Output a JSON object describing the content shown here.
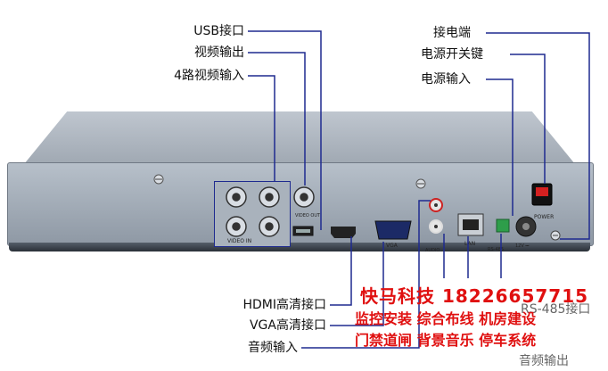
{
  "labels_left": [
    {
      "id": "usb",
      "text": "USB接口"
    },
    {
      "id": "video_out",
      "text": "视频输出"
    },
    {
      "id": "video_in",
      "text": "4路视频输入"
    },
    {
      "id": "hdmi",
      "text": "HDMI高清接口"
    },
    {
      "id": "vga",
      "text": "VGA高清接口"
    },
    {
      "id": "audio_in",
      "text": "音频输入"
    }
  ],
  "labels_right": [
    {
      "id": "ground",
      "text": "接电端"
    },
    {
      "id": "power_switch",
      "text": "电源开关键"
    },
    {
      "id": "power_in",
      "text": "电源输入"
    }
  ],
  "panel_markings": {
    "video_in": "VIDEO IN",
    "video_out": "VIDEO OUT",
    "vga": "VGA",
    "lan": "LAN",
    "audio": "AUDIO",
    "rs485": "RS-485",
    "power": "POWER",
    "dc": "12V ⎓"
  },
  "banner": {
    "title": "快马科技 18226657715",
    "line1": "监控安装  综合布线  机房建设",
    "line2": "门禁道闸  背景音乐  停车系统"
  },
  "partial_labels": {
    "rs485": "RS-485接口",
    "audio_out": "音频输出"
  },
  "colors": {
    "leader": "#1e2a8f",
    "banner_text": "#e01010",
    "chassis": "#a6afb9"
  }
}
